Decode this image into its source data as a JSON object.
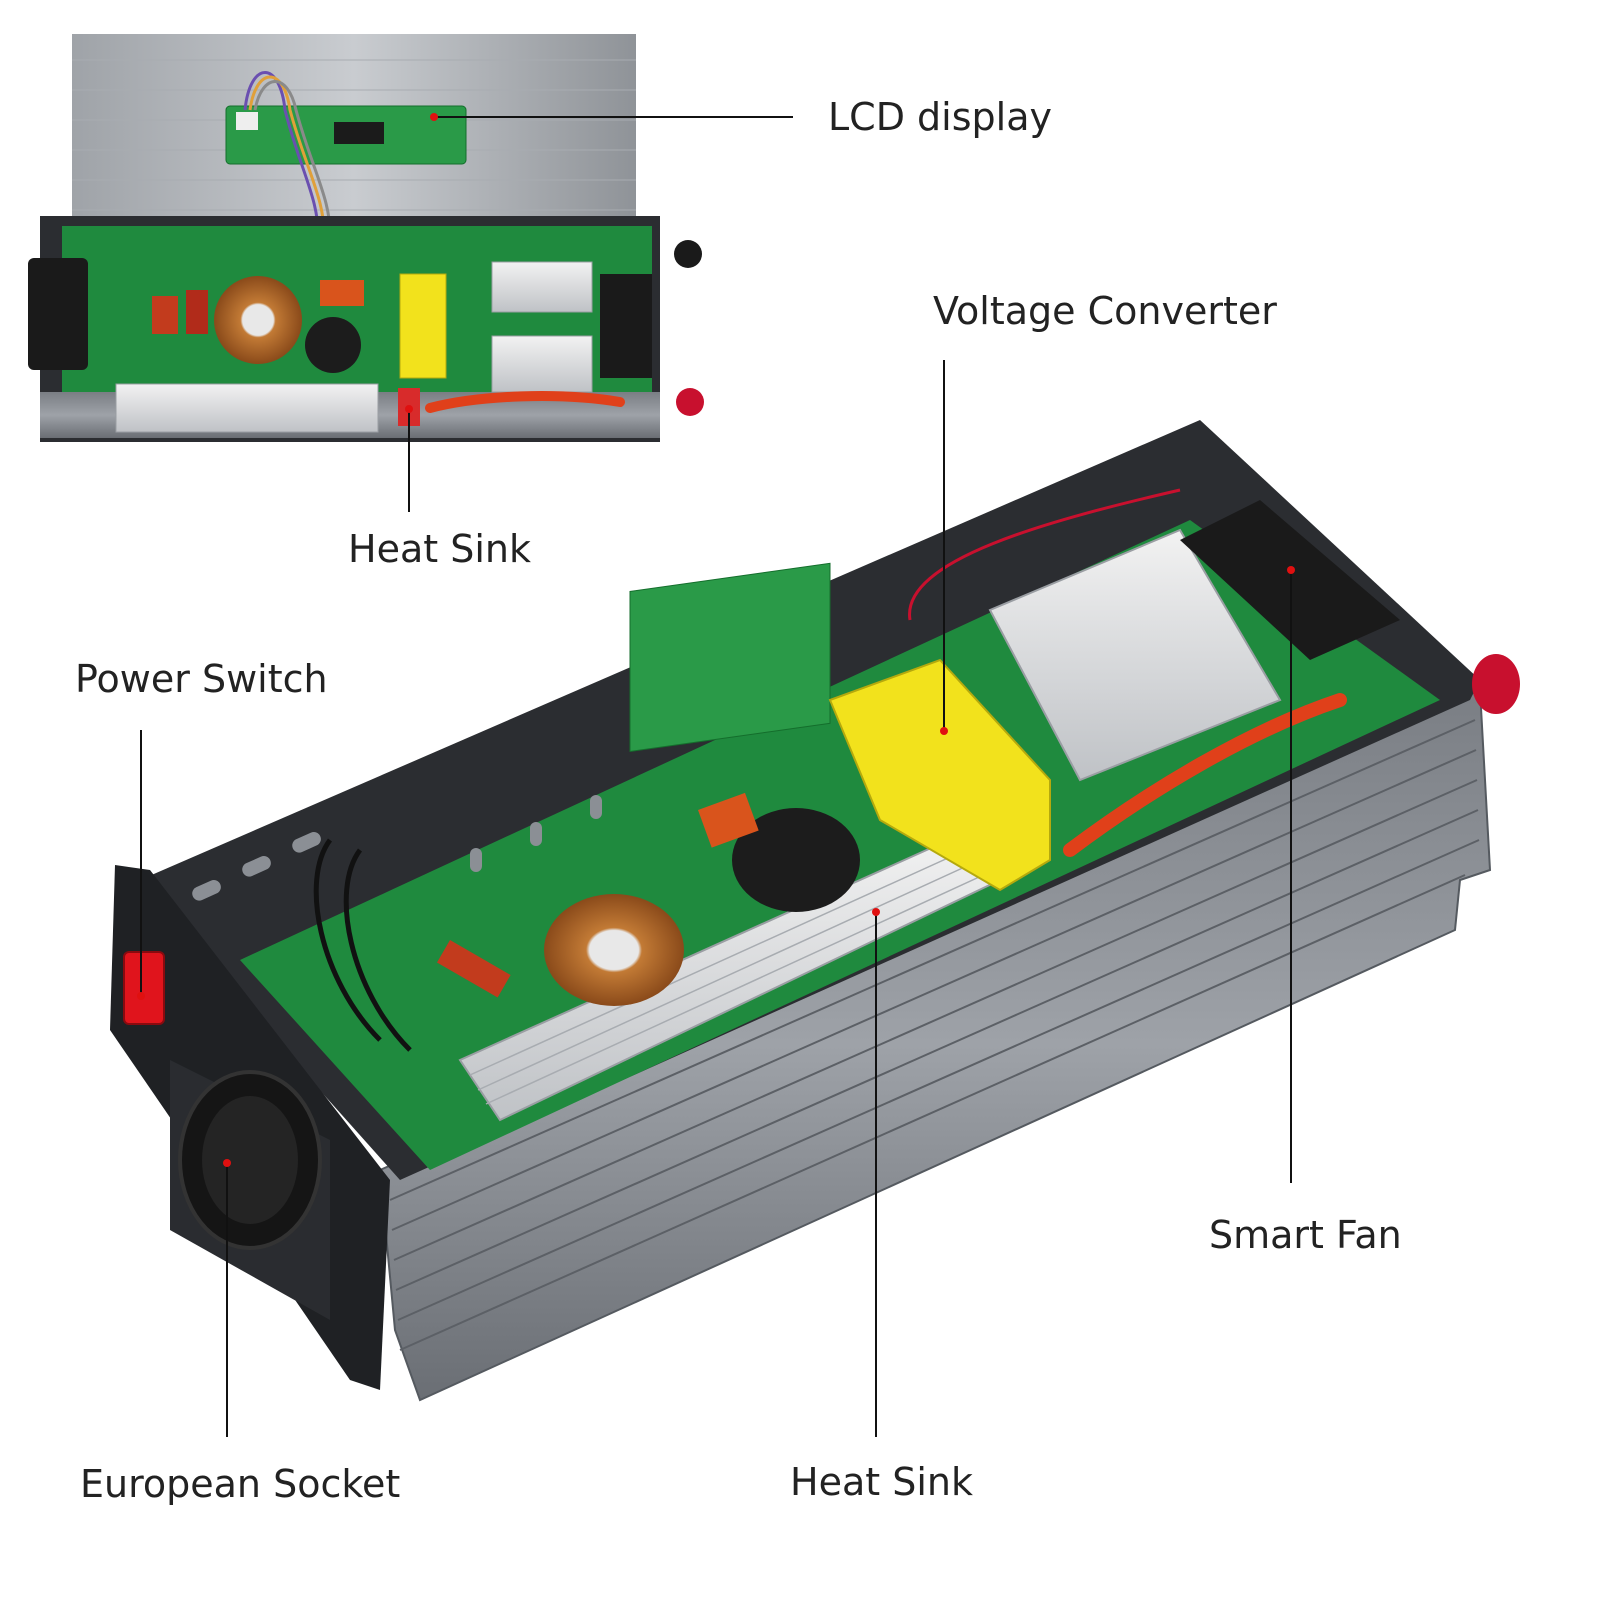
{
  "colors": {
    "background": "#ffffff",
    "label_text": "#222222",
    "leader_line": "#111111",
    "marker_dot": "#e01010",
    "pcb_green": "#1f8a3e",
    "aluminium": "#b9bcc0",
    "housing_dark": "#2b2d31",
    "transformer_yellow": "#f2e21c",
    "terminal_red": "#c8102e",
    "toroid_copper": "#b86a2b",
    "switch_red": "#e0141c"
  },
  "icons": [
    "inverter-photo-graphic",
    "inverter-open-lid-graphic",
    "marker-dot-icon"
  ],
  "callouts": {
    "lcd_display": "LCD display",
    "voltage_converter": "Voltage Converter",
    "heat_sink_top": "Heat Sink",
    "power_switch": "Power Switch",
    "smart_fan": "Smart Fan",
    "european_socket": "European Socket",
    "heat_sink_bottom": "Heat Sink"
  }
}
